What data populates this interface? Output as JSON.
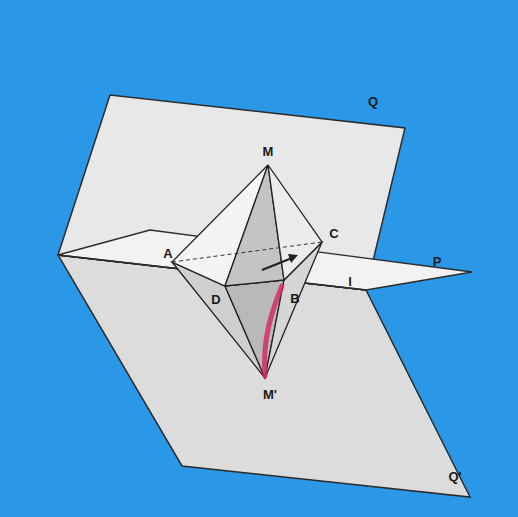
{
  "diagram": {
    "labels": [
      "M",
      "Q",
      "A",
      "C",
      "D",
      "B",
      "l",
      "P",
      "M'",
      "Q'"
    ]
  }
}
